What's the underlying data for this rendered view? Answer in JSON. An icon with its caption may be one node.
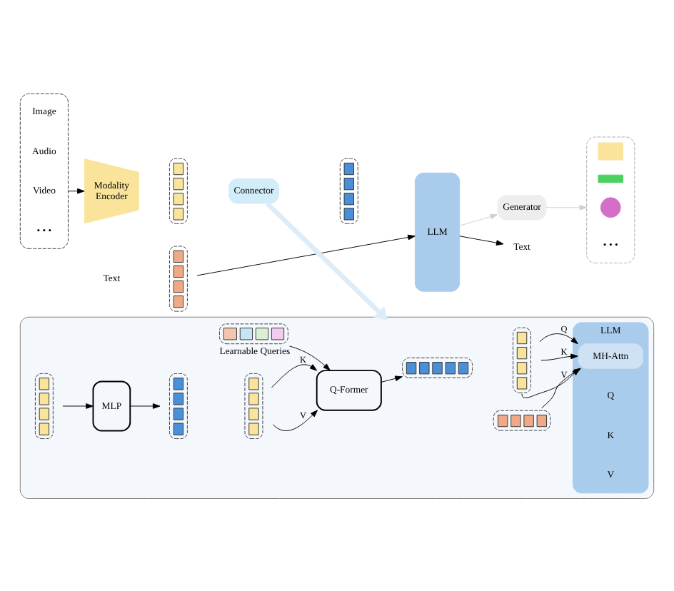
{
  "diagram": {
    "nodes": [
      {
        "text": [],
        "shape": "box"
      },
      {
        "text": [
          "Image"
        ],
        "in": 0
      },
      {
        "text": [
          "Audio"
        ],
        "in": 0
      },
      {
        "text": [
          "Video"
        ],
        "in": 0
      },
      {
        "text": [
          "• • •"
        ],
        "in": 0
      },
      {
        "text": [
          "Text"
        ]
      },
      {
        "text": [],
        "shape": "box"
      },
      {
        "text": [
          "Modality Encoder"
        ]
      },
      {
        "text": [],
        "shape": "box"
      },
      {
        "text": [
          "Connector"
        ]
      },
      {
        "text": [],
        "shape": "box"
      },
      {
        "text": [
          "LLM"
        ]
      },
      {
        "text": [
          "Text"
        ]
      },
      {
        "text": [
          "Generator"
        ]
      },
      {
        "text": [],
        "shape": "box"
      },
      {
        "text": [],
        "shape": "box",
        "in": 14
      },
      {
        "text": [],
        "shape": "bar",
        "in": 14
      },
      {
        "text": [],
        "shape": "circle",
        "in": 14
      },
      {
        "text": [
          "• • •"
        ],
        "in": 14
      },
      {
        "text": [],
        "shape": "box"
      },
      {
        "text": [],
        "shape": "box",
        "in": 19
      },
      {
        "text": [
          "MLP"
        ],
        "in": 19
      },
      {
        "text": [],
        "shape": "box",
        "in": 19
      },
      {
        "text": [],
        "shape": "box",
        "in": 19
      },
      {
        "text": [
          "Q-Former"
        ],
        "in": 19
      },
      {
        "text": [],
        "shape": "box",
        "in": 19
      },
      {
        "text": [],
        "shape": "box",
        "in": 19,
        "beside": [
          "Learnable Queries"
        ]
      },
      {
        "text": [],
        "shape": "box",
        "in": 19
      },
      {
        "text": [
          "LLM"
        ],
        "in": 19
      },
      {
        "text": [
          "MH-Attn"
        ],
        "in": 28
      },
      {
        "text": [],
        "shape": "box",
        "in": 19
      }
    ],
    "edges": [
      {
        "from": 0,
        "to": 7,
        "arrow": "to"
      },
      {
        "from": 6,
        "to": 11,
        "arrow": "to"
      },
      {
        "from": 11,
        "to": 12,
        "arrow": "to"
      },
      {
        "from": 11,
        "to": 13,
        "arrow": "to",
        "color": "#d0d0d0"
      },
      {
        "from": 13,
        "to": 14,
        "arrow": "to",
        "color": "#d0d0d0"
      },
      {
        "from": 9,
        "to": 19,
        "arrow": "to",
        "style": "thick",
        "color": "#dcedf9"
      },
      {
        "from": 20,
        "to": 21,
        "arrow": "to"
      },
      {
        "from": 21,
        "to": 22,
        "arrow": "to"
      },
      {
        "from": 23,
        "to": 24,
        "arrow": "to",
        "label": "K"
      },
      {
        "from": 23,
        "to": 24,
        "arrow": "to",
        "label": "V"
      },
      {
        "from": 26,
        "to": 24,
        "arrow": "to"
      },
      {
        "from": 24,
        "to": 25,
        "arrow": "to"
      },
      {
        "from": 27,
        "to": 29,
        "arrow": "to",
        "label": "Q"
      },
      {
        "from": 27,
        "to": 29,
        "arrow": "to",
        "label": "K"
      },
      {
        "from": 27,
        "to": 29,
        "arrow": "to",
        "label": "V"
      },
      {
        "from": 30,
        "to": 29,
        "arrow": "to"
      }
    ],
    "labels": [
      "Q",
      "K",
      "V"
    ]
  }
}
